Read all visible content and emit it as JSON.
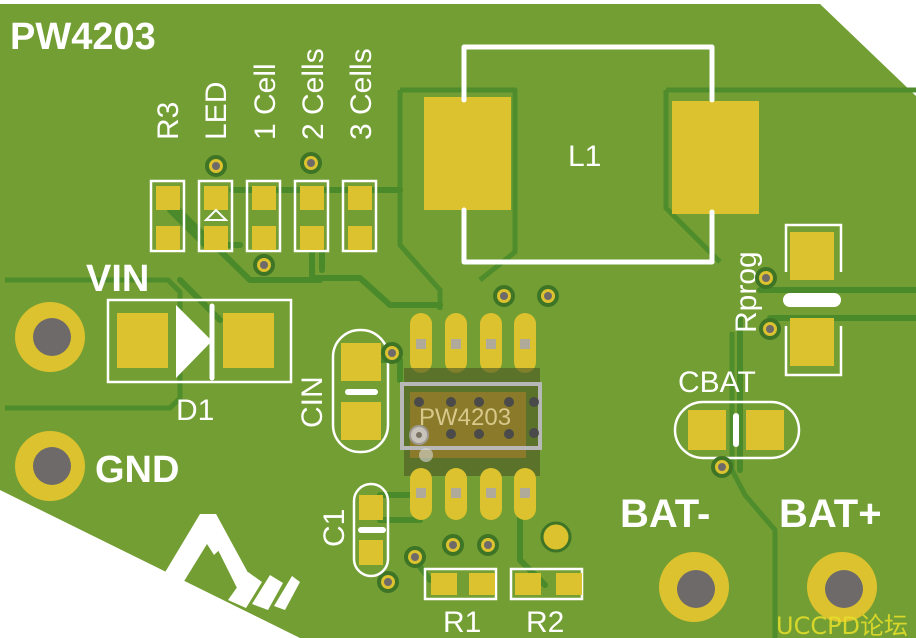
{
  "board": {
    "title": "PW4203",
    "colors": {
      "soldermask": "#729e33",
      "trace": "#4a8a2a",
      "copper_pad": "#dcc22f",
      "silkscreen": "#ffffff",
      "drill": "#6e6a6a"
    }
  },
  "silkscreen_labels": {
    "r3": "R3",
    "led": "LED",
    "one_cell": "1 Cell",
    "two_cells": "2 Cells",
    "three_cells": "3 Cells",
    "vin": "VIN",
    "gnd": "GND",
    "d1": "D1",
    "cin": "CIN",
    "l1": "L1",
    "rprog": "Rprog",
    "cbat": "CBAT",
    "c1": "C1",
    "r1": "R1",
    "r2": "R2",
    "bat_minus": "BAT-",
    "bat_plus": "BAT+",
    "ic": "PW4203"
  },
  "watermark": "UCCPD论坛"
}
